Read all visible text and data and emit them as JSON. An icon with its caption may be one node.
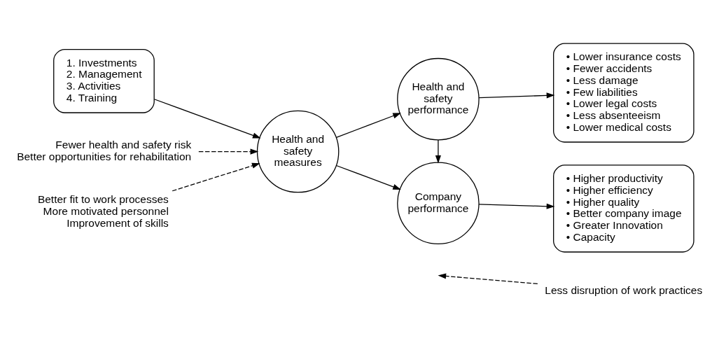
{
  "diagram": {
    "nodes": [
      {
        "text": [
          "1. Investments",
          "2. Management",
          "3. Activities",
          "4. Training"
        ]
      },
      {
        "text": [
          "Health and safety measures"
        ]
      },
      {
        "text": [
          "Health and safety performance"
        ]
      },
      {
        "text": [
          "Company performance"
        ]
      },
      {
        "text": [
          "• Lower insurance costs",
          "• Fewer accidents",
          "• Less damage",
          "• Few liabilities",
          "• Lower legal costs",
          "• Less absenteeism",
          "• Lower medical costs"
        ]
      },
      {
        "text": [
          "• Higher productivity",
          "• Higher efficiency",
          "• Higher quality",
          "• Better company image",
          "• Greater Innovation",
          "• Capacity"
        ]
      },
      {
        "text": [
          "Fewer health and safety risk",
          "Better opportunities for rehabilitation"
        ]
      },
      {
        "text": [
          "Better fit to work processes",
          "More motivated personnel",
          "Improvement of skills"
        ]
      },
      {
        "text": [
          "Less disruption of work practices"
        ]
      }
    ],
    "edges": [
      {
        "from": 0,
        "to": 1,
        "arrow": "to"
      },
      {
        "from": 1,
        "to": 2,
        "arrow": "to"
      },
      {
        "from": 1,
        "to": 3,
        "arrow": "to"
      },
      {
        "from": 2,
        "to": 4,
        "arrow": "to"
      },
      {
        "from": 3,
        "to": 5,
        "arrow": "to"
      },
      {
        "from": 2,
        "to": 3,
        "arrow": "to"
      },
      {
        "from": 6,
        "to": 1,
        "arrow": "to",
        "style": "dashed"
      },
      {
        "from": 7,
        "to": 1,
        "arrow": "to",
        "style": "dashed"
      },
      {
        "from": 8,
        "to": null,
        "arrow": "to",
        "style": "dashed"
      }
    ]
  }
}
